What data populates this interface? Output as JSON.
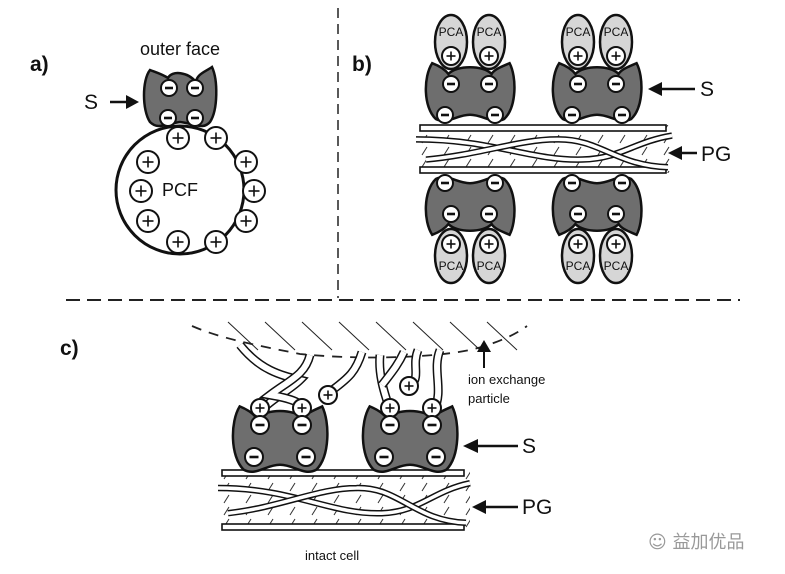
{
  "panels": {
    "a": {
      "label": "a)",
      "outer_face_label": "outer face",
      "s_label": "S",
      "pcf_label": "PCF",
      "charge_neg": "−",
      "charge_pos": "+"
    },
    "b": {
      "label": "b)",
      "pca_label": "PCA",
      "s_label": "S",
      "pg_label": "PG"
    },
    "c": {
      "label": "c)",
      "ion_exchange_label_line1": "ion exchange",
      "ion_exchange_label_line2": "particle",
      "s_label": "S",
      "pg_label": "PG",
      "intact_cell_label": "intact cell"
    }
  },
  "watermark": {
    "text": "益加优品",
    "icon": "wechat-icon"
  },
  "colors": {
    "s_layer_fill": "#6e6e6e",
    "pca_fill": "#d6d6d6",
    "outline": "#111111",
    "background": "#ffffff"
  }
}
